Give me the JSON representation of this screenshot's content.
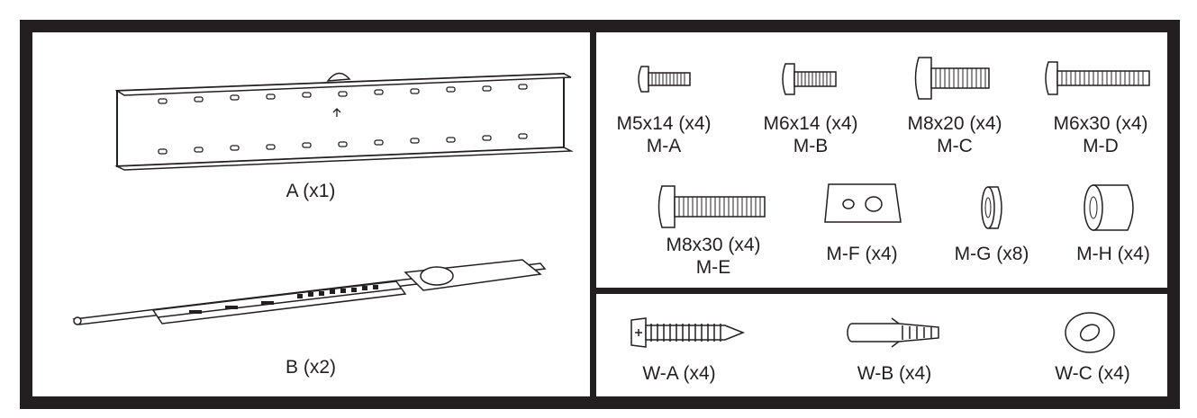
{
  "colors": {
    "frame": "#231f20",
    "background": "#ffffff"
  },
  "left_panel": {
    "part_a": {
      "label": "A (x1)"
    },
    "part_b": {
      "label": "B (x2)"
    }
  },
  "screws_panel": {
    "items": [
      {
        "size": "M5x14 (x4)",
        "code": "M-A"
      },
      {
        "size": "M6x14 (x4)",
        "code": "M-B"
      },
      {
        "size": "M8x20 (x4)",
        "code": "M-C"
      },
      {
        "size": "M6x30 (x4)",
        "code": "M-D"
      },
      {
        "size": "M8x30 (x4)",
        "code": "M-E"
      }
    ],
    "others": [
      {
        "label": "M-F (x4)"
      },
      {
        "label": "M-G (x8)"
      },
      {
        "label": "M-H (x4)"
      }
    ]
  },
  "wall_panel": {
    "items": [
      {
        "label": "W-A (x4)"
      },
      {
        "label": "W-B (x4)"
      },
      {
        "label": "W-C (x4)"
      }
    ]
  }
}
